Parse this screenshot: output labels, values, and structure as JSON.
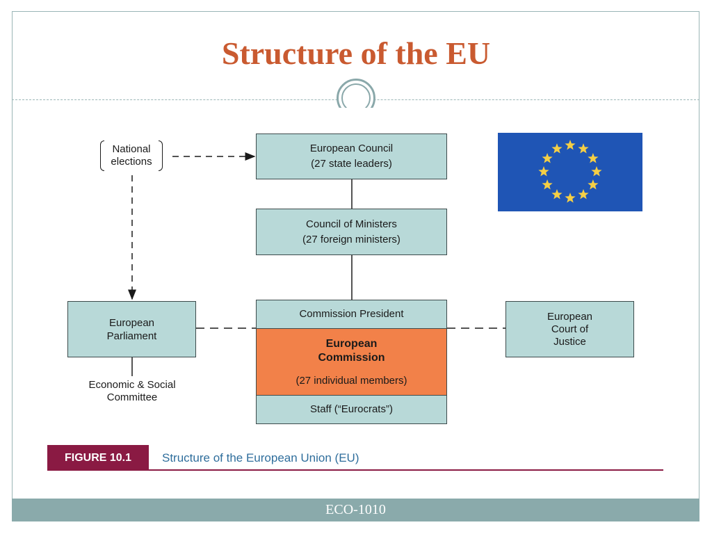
{
  "slide": {
    "title": "Structure of the EU",
    "footer": "ECO-1010"
  },
  "diagram": {
    "national_elections": [
      "National",
      "elections"
    ],
    "european_council": [
      "European Council",
      "(27 state leaders)"
    ],
    "council_of_ministers": [
      "Council of Ministers",
      "(27 foreign ministers)"
    ],
    "commission_president": "Commission President",
    "european_commission": [
      "European",
      "Commission"
    ],
    "commission_members": "(27 individual members)",
    "staff": "Staff (“Eurocrats”)",
    "european_parliament": [
      "European",
      "Parliament"
    ],
    "economic_social": [
      "Economic &",
      "Social Committee"
    ],
    "court_of_justice": [
      "European",
      "Court of",
      "Justice"
    ]
  },
  "figure": {
    "tag": "FIGURE 10.1",
    "caption": "Structure of the European Union (EU)"
  },
  "flag": {
    "background_color": "#1f55b5",
    "star_color": "#f5cf45",
    "star_count": 12
  },
  "colors": {
    "title": "#c95a30",
    "box_fill": "#b8d9d8",
    "commission_fill": "#f28149",
    "figure_tag": "#8a1a43",
    "caption": "#2f6e9c",
    "footer": "#8aaaab"
  }
}
